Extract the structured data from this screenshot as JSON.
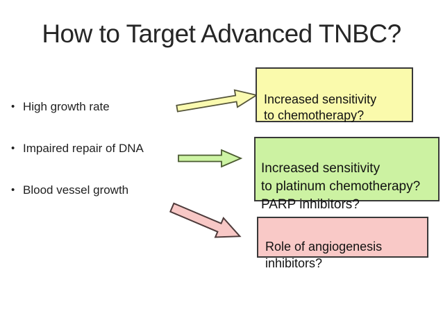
{
  "slide": {
    "title": "How to Target Advanced TNBC?",
    "bullet_char": "•",
    "bullets": [
      {
        "label": "High growth rate"
      },
      {
        "label": "Impaired repair of DNA"
      },
      {
        "label": "Blood vessel growth"
      }
    ],
    "boxes": [
      {
        "name": "chemotherapy-sensitivity",
        "text": "Increased sensitivity\nto chemotherapy?",
        "fill": "#FAFAAC",
        "border": "#383838"
      },
      {
        "name": "platinum-parp",
        "text": "Increased sensitivity\nto platinum chemotherapy?\nPARP inhibitors?",
        "fill": "#CCF2A2",
        "border": "#383838"
      },
      {
        "name": "angiogenesis",
        "text": "Role of angiogenesis\ninhibitors?",
        "fill": "#F9C9C7",
        "border": "#383838"
      }
    ],
    "arrows": [
      {
        "name": "yellow-arrow",
        "fill": "#FAFAB0",
        "stroke": "#55553A"
      },
      {
        "name": "green-arrow",
        "fill": "#CDF4A4",
        "stroke": "#4A5A30"
      },
      {
        "name": "pink-arrow",
        "fill": "#F8C8C6",
        "stroke": "#4D3A3A"
      }
    ],
    "colors": {
      "background": "#FFFFFF",
      "title_text": "#262626",
      "body_text": "#1F1F1F"
    }
  }
}
